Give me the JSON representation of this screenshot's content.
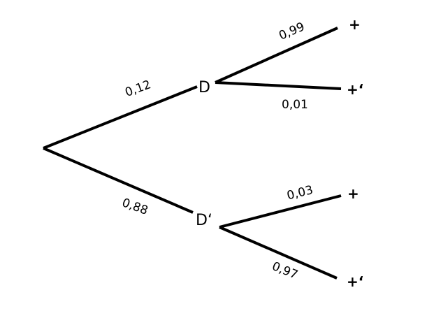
{
  "diagram": {
    "type": "probability-tree",
    "root": "",
    "nodes": [
      {
        "id": "D",
        "label": "D",
        "prob": "0,12",
        "children": [
          {
            "label": "+",
            "prob": "0,99"
          },
          {
            "label": "+‘",
            "prob": "0,01"
          }
        ]
      },
      {
        "id": "Dp",
        "label": "D‘",
        "prob": "0,88",
        "children": [
          {
            "label": "+",
            "prob": "0,03"
          },
          {
            "label": "+‘",
            "prob": "0,97"
          }
        ]
      }
    ]
  },
  "style": {
    "line_color": "#000000",
    "background": "#ffffff"
  }
}
